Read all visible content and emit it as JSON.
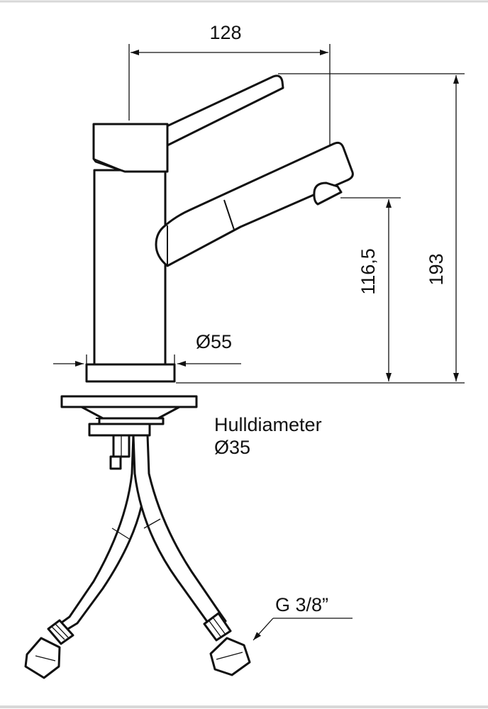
{
  "dimensions": {
    "spout_reach": "128",
    "total_height": "193",
    "spout_height": "116,5",
    "base_diameter": "Ø55"
  },
  "labels": {
    "hole_title": "Hulldiameter",
    "hole_value": "Ø35",
    "connection_thread": "G 3/8”"
  }
}
